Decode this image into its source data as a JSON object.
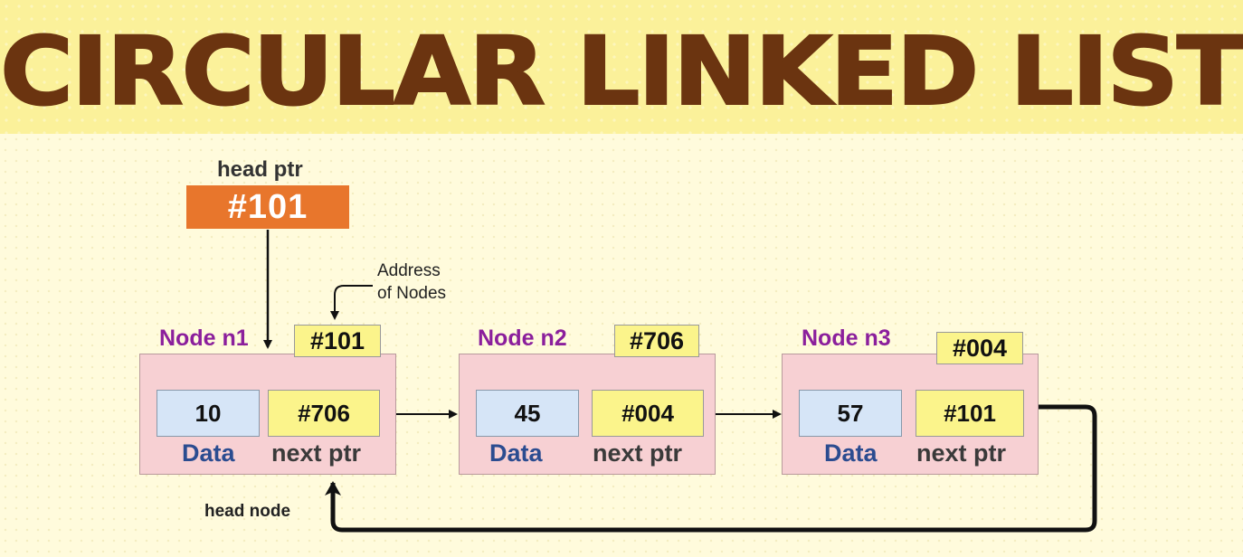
{
  "title": "CIRCULAR LINKED LIST",
  "head_ptr": {
    "label": "head ptr",
    "value": "#101"
  },
  "annotation": {
    "line1": "Address",
    "line2": "of Nodes"
  },
  "head_node_label": "head node",
  "nodes": [
    {
      "name": "Node n1",
      "address": "#101",
      "data": "10",
      "next": "#706",
      "data_caption": "Data",
      "next_caption": "next ptr"
    },
    {
      "name": "Node n2",
      "address": "#706",
      "data": "45",
      "next": "#004",
      "data_caption": "Data",
      "next_caption": "next ptr"
    },
    {
      "name": "Node n3",
      "address": "#004",
      "data": "57",
      "next": "#101",
      "data_caption": "Data",
      "next_caption": "next ptr"
    }
  ],
  "colors": {
    "title": "#6b3410",
    "banner": "#fbf19a",
    "background": "#fffbdc",
    "head_ptr_box": "#e8762c",
    "node_fill": "#f7d0d3",
    "data_cell": "#d6e5f7",
    "next_cell": "#fbf48b",
    "node_title": "#8b1f9c",
    "data_caption": "#2b4c90"
  }
}
